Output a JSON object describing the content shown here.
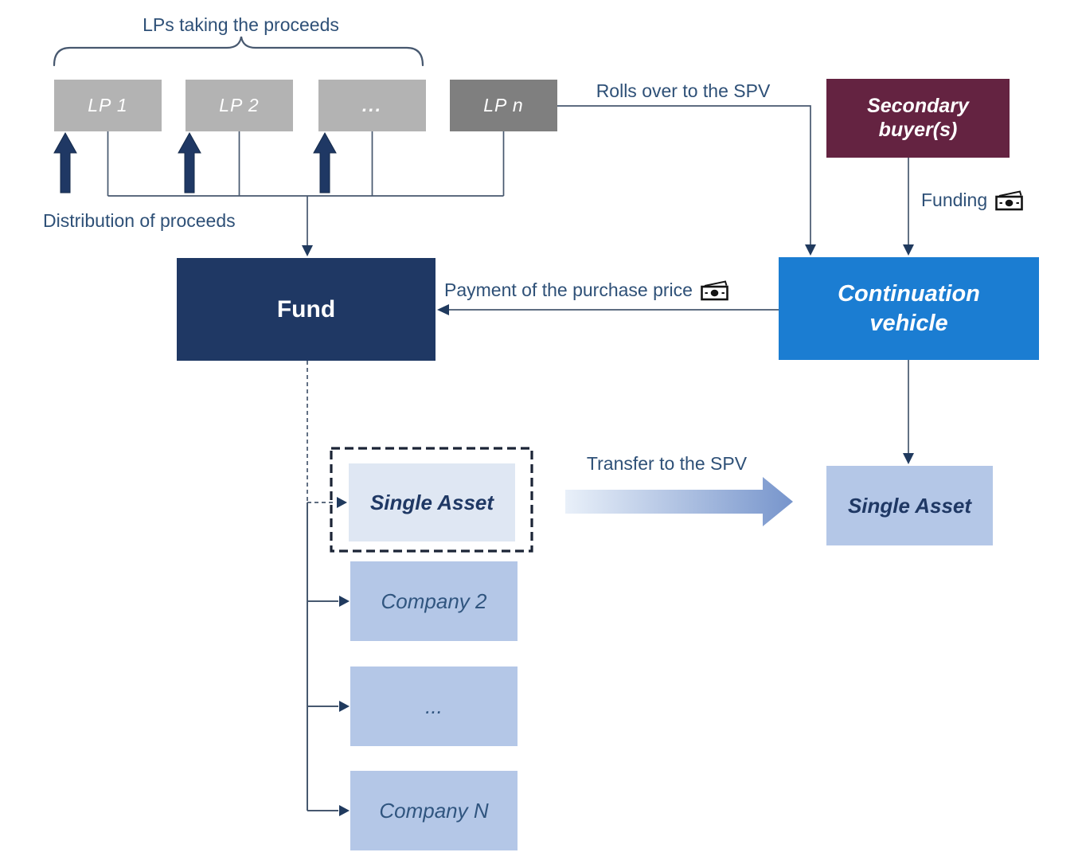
{
  "title": "Single-asset continuation vehicle transaction diagram",
  "colors": {
    "navy": "#1F3864",
    "blue": "#1B7DD2",
    "maroon": "#642341",
    "gray-light": "#B3B3B3",
    "gray-dark": "#7F7F7F",
    "blue-light": "#B4C7E7",
    "blue-pale": "#DFE7F3",
    "steel": "#2E5077",
    "company-text": "#30557F",
    "line": "#47586F",
    "head": "#203A5E",
    "dash": "#1B2436",
    "grad-start": "#E9F0F9",
    "grad-end": "#7795CC"
  },
  "annotations": {
    "lps_brace_label": "LPs taking the proceeds",
    "distribution_label": "Distribution of proceeds",
    "rolls_over_label": "Rolls over to the SPV",
    "funding_label": "Funding",
    "payment_label": "Payment of the purchase price",
    "transfer_label": "Transfer to the SPV"
  },
  "boxes": {
    "lp1": {
      "label": "LP 1"
    },
    "lp2": {
      "label": "LP 2"
    },
    "lp_dots": {
      "label": "..."
    },
    "lpn": {
      "label": "LP n"
    },
    "fund": {
      "label": "Fund"
    },
    "secondary_buyers": {
      "label": "Secondary buyer(s)"
    },
    "continuation_vehicle": {
      "label": "Continuation vehicle"
    },
    "single_asset_fund": {
      "label": "Single Asset"
    },
    "single_asset_spv": {
      "label": "Single Asset"
    },
    "company_2": {
      "label": "Company 2"
    },
    "company_dots": {
      "label": "..."
    },
    "company_n": {
      "label": "Company N"
    }
  },
  "icons": {
    "funding": "money-banknotes-icon",
    "payment": "money-banknotes-icon"
  }
}
